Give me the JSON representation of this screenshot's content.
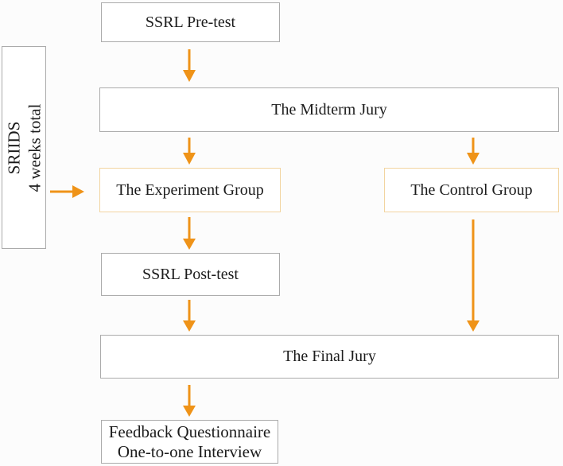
{
  "diagram": {
    "type": "flowchart",
    "nodes": {
      "pretest": {
        "label": "SSRL Pre-test"
      },
      "midterm": {
        "label": "The Midterm Jury"
      },
      "experiment": {
        "label": "The Experiment Group"
      },
      "control": {
        "label": "The Control Group"
      },
      "posttest": {
        "label": "SSRL Post-test"
      },
      "final": {
        "label": "The Final Jury"
      },
      "feedback": {
        "line1": "Feedback Questionnaire",
        "line2": "One-to-one Interview"
      },
      "sriids": {
        "line1": "SRIIDS",
        "line2": "4 weeks total"
      }
    },
    "edges": [
      {
        "from": "SSRL Pre-test",
        "to": "The Midterm Jury"
      },
      {
        "from": "The Midterm Jury",
        "to": "The Experiment Group"
      },
      {
        "from": "The Midterm Jury",
        "to": "The Control Group"
      },
      {
        "from": "SRIIDS 4 weeks total",
        "to": "The Experiment Group"
      },
      {
        "from": "The Experiment Group",
        "to": "SSRL Post-test"
      },
      {
        "from": "SSRL Post-test",
        "to": "The Final Jury"
      },
      {
        "from": "The Control Group",
        "to": "The Final Jury"
      },
      {
        "from": "The Final Jury",
        "to": "Feedback Questionnaire / One-to-one Interview"
      }
    ]
  },
  "colors": {
    "arrow": "#EF9318",
    "border_default": "#ABABAB",
    "border_highlight": "#F2D4A0",
    "text": "#1C1C1C",
    "background": "#FCFCFC"
  }
}
